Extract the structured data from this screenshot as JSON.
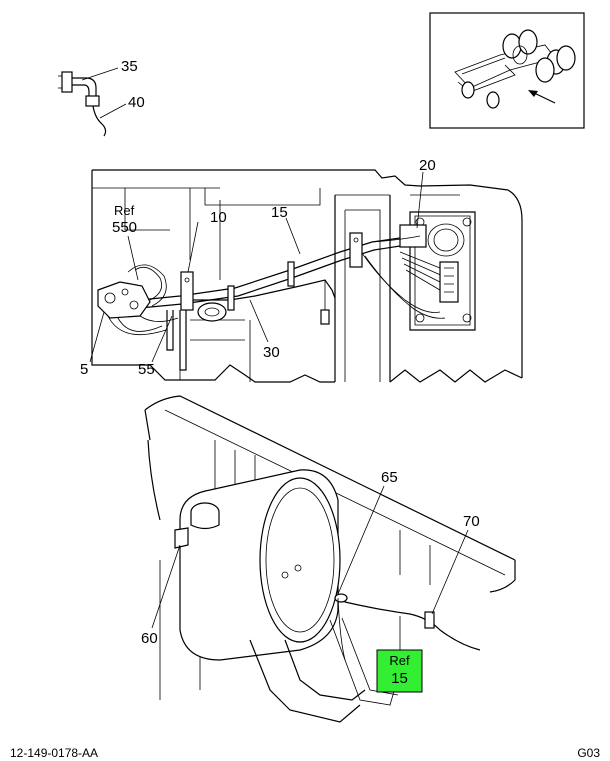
{
  "callouts": {
    "c35": "35",
    "c40": "40",
    "c20": "20",
    "c10": "10",
    "c15": "15",
    "ref550_ref": "Ref",
    "ref550_num": "550",
    "c5": "5",
    "c55": "55",
    "c30": "30",
    "c65": "65",
    "c70": "70",
    "c60": "60",
    "ref15_ref": "Ref",
    "ref15_num": "15"
  },
  "highlight_color": "#33ee33",
  "footer": {
    "left": "12-149-0178-AA",
    "right": "G03"
  }
}
